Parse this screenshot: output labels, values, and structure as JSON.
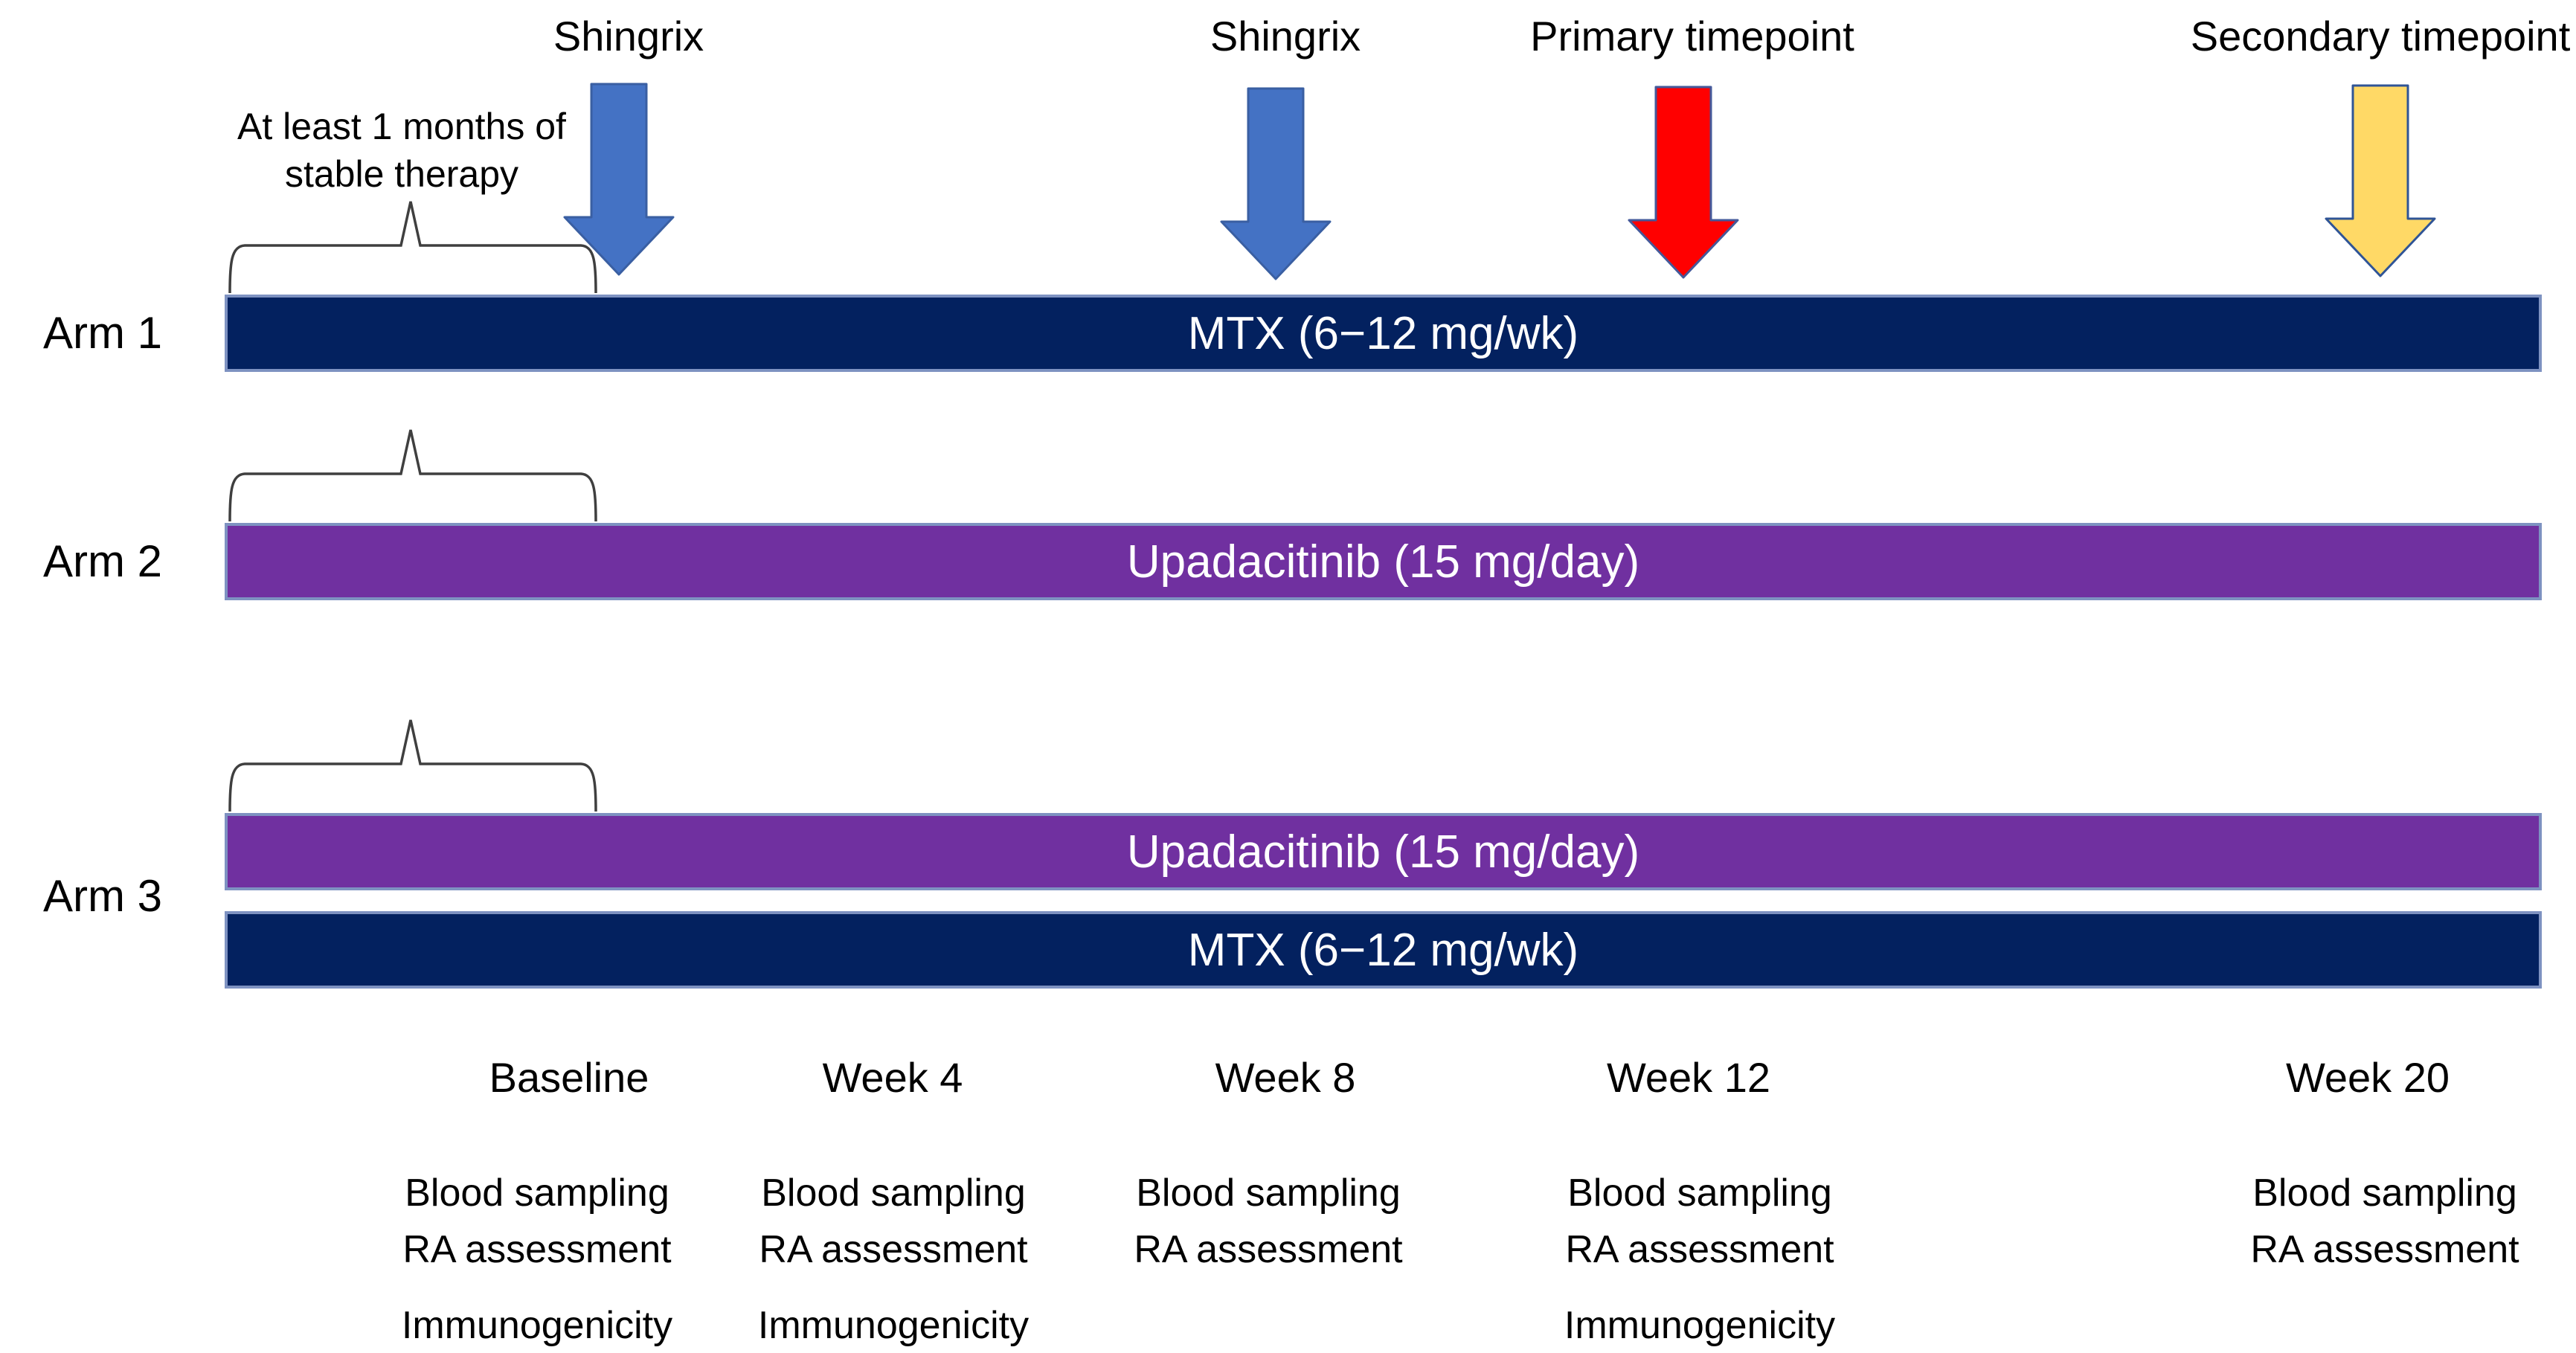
{
  "colors": {
    "navy": "#03215F",
    "purple": "#7030A0",
    "bar-border": "#7E92C1",
    "blue-arrow": "#4472C4",
    "blue-arrow-border": "#3A5FA2",
    "red-arrow": "#FF0000",
    "red-arrow-border": "#44599A",
    "yellow-arrow": "#FFD966",
    "yellow-arrow-border": "#2F5496",
    "brace": "#3F3F3F"
  },
  "annotations": {
    "shingrix_1": "Shingrix",
    "shingrix_2": "Shingrix",
    "primary_timepoint": "Primary timepoint",
    "secondary_timepoint": "Secondary timepoint",
    "stable_therapy_line1": "At least 1 months of",
    "stable_therapy_line2": "stable therapy"
  },
  "arms": [
    {
      "label": "Arm 1",
      "bars": [
        {
          "drug": "MTX (6−12 mg/wk)"
        }
      ]
    },
    {
      "label": "Arm 2",
      "bars": [
        {
          "drug": "Upadacitinib (15 mg/day)"
        }
      ]
    },
    {
      "label": "Arm 3",
      "bars": [
        {
          "drug": "Upadacitinib (15 mg/day)"
        },
        {
          "drug": "MTX (6−12 mg/wk)"
        }
      ]
    }
  ],
  "timeline": {
    "timepoints": [
      {
        "label": "Baseline",
        "assessments": [
          "Blood sampling",
          "RA assessment",
          "Immunogenicity"
        ]
      },
      {
        "label": "Week 4",
        "assessments": [
          "Blood sampling",
          "RA assessment",
          "Immunogenicity"
        ]
      },
      {
        "label": "Week 8",
        "assessments": [
          "Blood sampling",
          "RA assessment"
        ]
      },
      {
        "label": "Week 12",
        "assessments": [
          "Blood sampling",
          "RA assessment",
          "Immunogenicity"
        ]
      },
      {
        "label": "Week 20",
        "assessments": [
          "Blood sampling",
          "RA assessment"
        ]
      }
    ]
  }
}
